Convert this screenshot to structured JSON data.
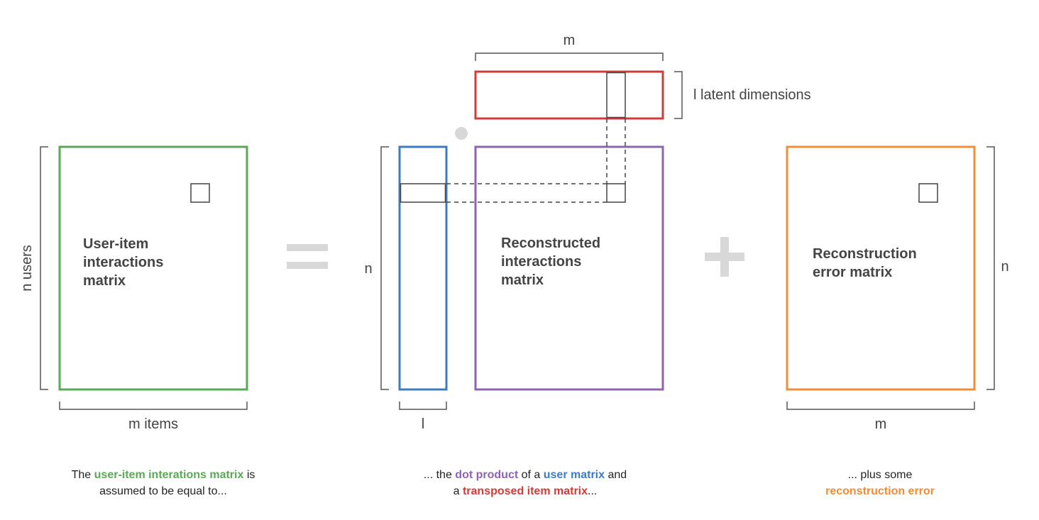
{
  "colors": {
    "green": "#5aa954",
    "blue": "#3d7cc0",
    "red": "#cf3c36",
    "purple": "#8f63b3",
    "orange": "#f08c3a",
    "gray": "#d8d8d8",
    "line": "#444444"
  },
  "labels": {
    "n_users": "n users",
    "m_items": "m items",
    "n_left": "n",
    "l_bottom": "l",
    "m_top": "m",
    "latent": "l latent dimensions",
    "n_right": "n",
    "m_bottom": "m"
  },
  "titles": {
    "user_item": [
      "User-item",
      "interactions",
      "matrix"
    ],
    "reconstructed": [
      "Reconstructed",
      "interactions",
      "matrix"
    ],
    "error": [
      "Reconstruction",
      "error matrix"
    ]
  },
  "operators": {
    "equals": "=",
    "plus": "+"
  },
  "captions": {
    "left": {
      "pre": "The ",
      "highlight": "user-item interations matrix",
      "post": " is",
      "line2": "assumed to be equal to..."
    },
    "middle": {
      "pre": "... the ",
      "hl1": "dot product",
      "mid1": " of a ",
      "hl2": "user matrix",
      "post1": " and",
      "line2_pre": "a ",
      "hl3": "transposed item matrix",
      "line2_post": "..."
    },
    "right": {
      "line1": "... plus some",
      "highlight": "reconstruction error"
    }
  }
}
